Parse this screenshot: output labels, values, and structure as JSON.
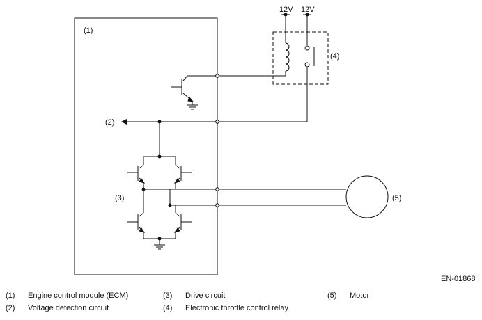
{
  "labels": {
    "ecm": "(1)",
    "voltage": "(2)",
    "drive": "(3)",
    "relay": "(4)",
    "motor": "(5)",
    "supply_left": "12V",
    "supply_right": "12V",
    "figure_code": "EN-01868"
  },
  "legend": [
    {
      "num": "(1)",
      "text": "Engine control module (ECM)"
    },
    {
      "num": "(2)",
      "text": "Voltage detection circuit"
    },
    {
      "num": "(3)",
      "text": "Drive circuit"
    },
    {
      "num": "(4)",
      "text": "Electronic throttle control relay"
    },
    {
      "num": "(5)",
      "text": "Motor"
    }
  ]
}
